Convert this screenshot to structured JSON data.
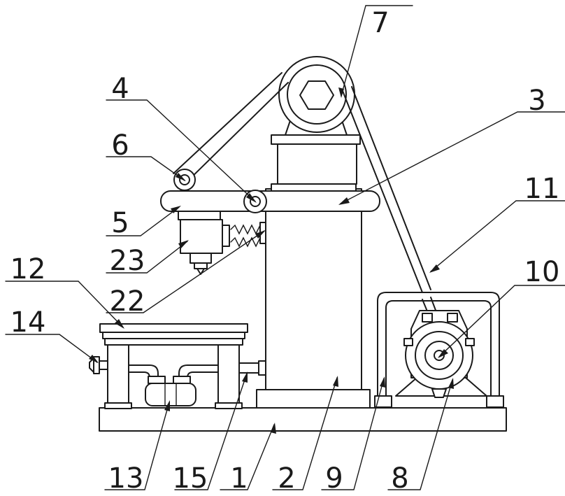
{
  "callouts": [
    {
      "id": "label-1",
      "text": "1"
    },
    {
      "id": "label-2",
      "text": "2"
    },
    {
      "id": "label-3",
      "text": "3"
    },
    {
      "id": "label-4",
      "text": "4"
    },
    {
      "id": "label-5",
      "text": "5"
    },
    {
      "id": "label-6",
      "text": "6"
    },
    {
      "id": "label-7",
      "text": "7"
    },
    {
      "id": "label-8",
      "text": "8"
    },
    {
      "id": "label-9",
      "text": "9"
    },
    {
      "id": "label-10",
      "text": "10"
    },
    {
      "id": "label-11",
      "text": "11"
    },
    {
      "id": "label-12",
      "text": "12"
    },
    {
      "id": "label-13",
      "text": "13"
    },
    {
      "id": "label-14",
      "text": "14"
    },
    {
      "id": "label-15",
      "text": "15"
    },
    {
      "id": "label-22",
      "text": "22"
    },
    {
      "id": "label-23",
      "text": "23"
    }
  ]
}
